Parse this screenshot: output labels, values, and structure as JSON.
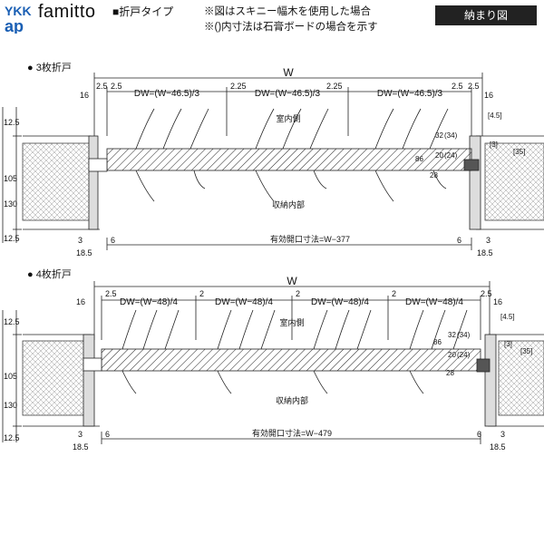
{
  "header": {
    "logo_text": "YKK ap",
    "brand": "famitto",
    "type_label": "■折戸タイプ",
    "note_1": "※図はスキニー幅木を使用した場合",
    "note_2": "※()内寸法は石膏ボードの場合を示す",
    "badge": "納まり図"
  },
  "section_3": {
    "title": "● 3枚折戸",
    "width_label": "W",
    "panel_dims": [
      "DW=(W−46.5)/3",
      "DW=(W−46.5)/3",
      "DW=(W−46.5)/3"
    ],
    "top_dims": [
      "2.5",
      "2.5",
      "2.25",
      "2.25",
      "2.5",
      "2.5"
    ],
    "left_16": "16",
    "right_16": "16",
    "room_side": "室内側",
    "storage_side": "収納内部",
    "effective": "有効開口寸法=W−377",
    "height_dims": [
      "12.5",
      "105",
      "12.5"
    ],
    "height_total": "130",
    "bottom_left": [
      "3",
      "6",
      "18.5"
    ],
    "bottom_right": [
      "6",
      "3",
      "18.5"
    ],
    "right_dims": [
      "[4.5]",
      "32",
      "(34)",
      "20",
      "(24)",
      "86",
      "28",
      "[3]",
      "[35]"
    ]
  },
  "section_4": {
    "title": "● 4枚折戸",
    "width_label": "W",
    "panel_dims": [
      "DW=(W−48)/4",
      "DW=(W−48)/4",
      "DW=(W−48)/4",
      "DW=(W−48)/4"
    ],
    "top_dims": [
      "2.5",
      "2",
      "2",
      "2",
      "2.5"
    ],
    "left_16": "16",
    "right_16": "16",
    "room_side": "室内側",
    "storage_side": "収納内部",
    "effective": "有効開口寸法=W−479",
    "height_dims": [
      "12.5",
      "105",
      "12.5"
    ],
    "height_total": "130",
    "bottom_left": [
      "3",
      "6",
      "18.5"
    ],
    "bottom_right": [
      "6",
      "3",
      "18.5"
    ],
    "right_dims": [
      "[4.5]",
      "32",
      "(34)",
      "20",
      "(24)",
      "86",
      "28",
      "[3]",
      "[35]"
    ]
  }
}
